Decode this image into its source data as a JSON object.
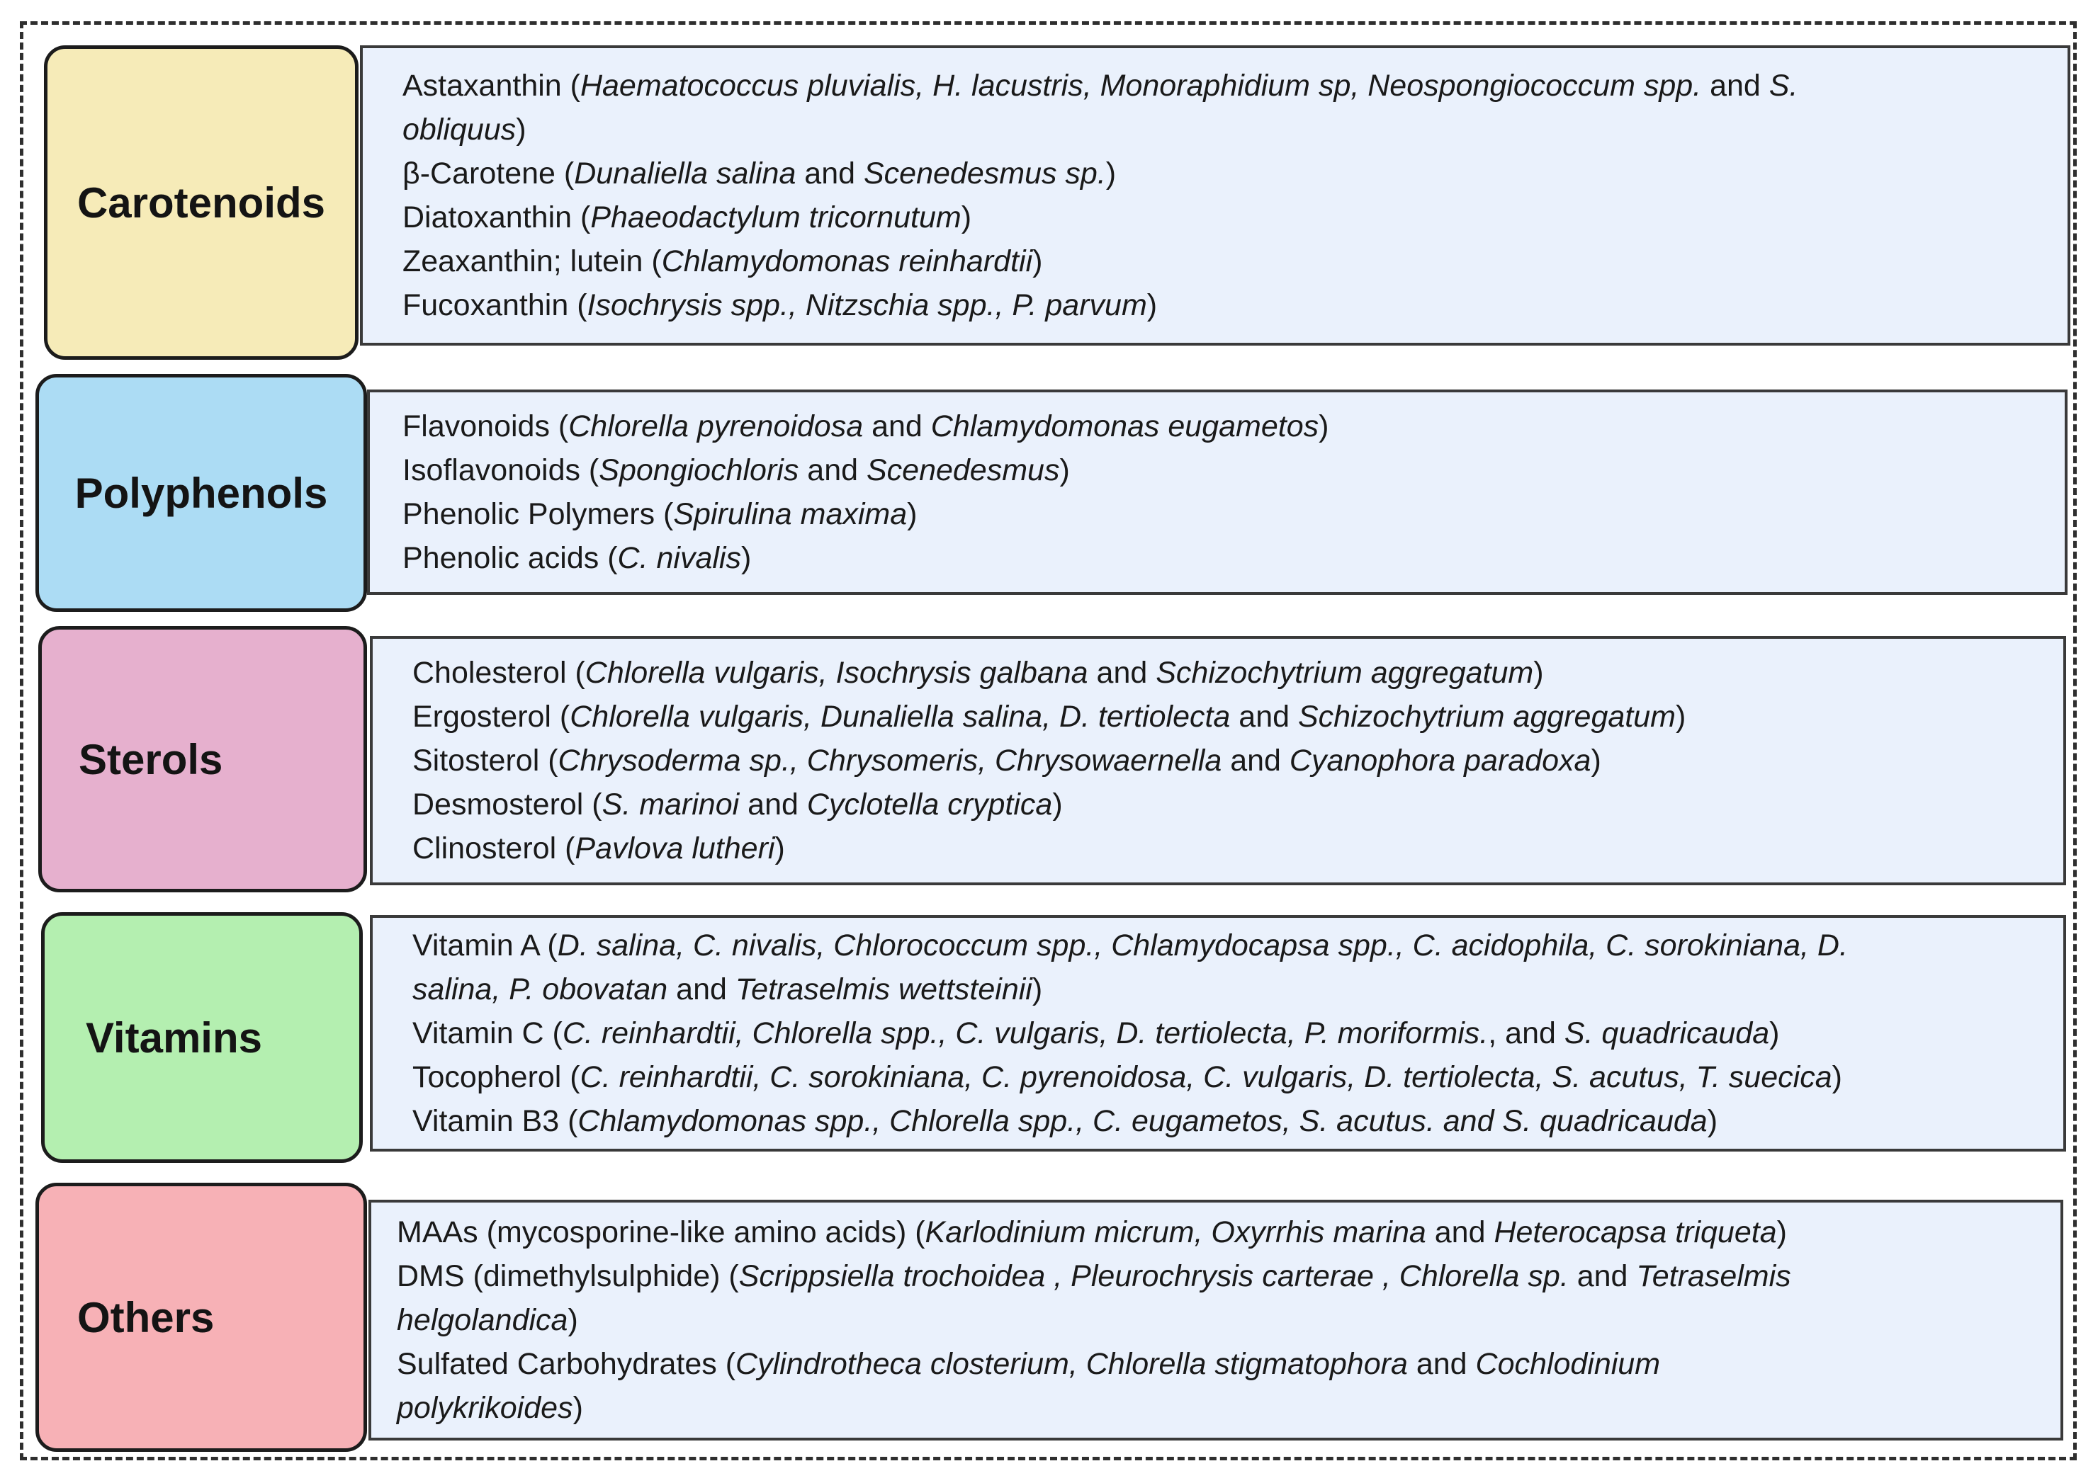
{
  "categories": [
    {
      "id": "carotenoids",
      "label": "Carotenoids",
      "color": "#f6ebb8",
      "items": [
        [
          {
            "t": "Astaxanthin ("
          },
          {
            "t": "Haematococcus pluvialis, H. lacustris, Monoraphidium sp, Neospongiococcum spp.",
            "i": true
          },
          {
            "t": " and "
          },
          {
            "t": "S.",
            "i": true
          }
        ],
        [
          {
            "t": "obliquus",
            "i": true
          },
          {
            "t": ")"
          }
        ],
        [
          {
            "t": "β-Carotene  ("
          },
          {
            "t": "Dunaliella salina",
            "i": true
          },
          {
            "t": "  and  "
          },
          {
            "t": "Scenedesmus sp.",
            "i": true
          },
          {
            "t": ")"
          }
        ],
        [
          {
            "t": "Diatoxanthin ("
          },
          {
            "t": "Phaeodactylum tricornutum",
            "i": true
          },
          {
            "t": ")"
          }
        ],
        [
          {
            "t": "Zeaxanthin; lutein ("
          },
          {
            "t": "Chlamydomonas reinhardtii",
            "i": true
          },
          {
            "t": ")"
          }
        ],
        [
          {
            "t": "Fucoxanthin ("
          },
          {
            "t": "Isochrysis spp.,  Nitzschia spp., P. parvum",
            "i": true
          },
          {
            "t": ")"
          }
        ]
      ]
    },
    {
      "id": "polyphenols",
      "label": "Polyphenols",
      "color": "#acdcf4",
      "items": [
        [
          {
            "t": "Flavonoids ("
          },
          {
            "t": "Chlorella pyrenoidosa",
            "i": true
          },
          {
            "t": " and "
          },
          {
            "t": "Chlamydomonas eugametos",
            "i": true
          },
          {
            "t": ")"
          }
        ],
        [
          {
            "t": "Isoflavonoids ("
          },
          {
            "t": "Spongiochloris",
            "i": true
          },
          {
            "t": " and "
          },
          {
            "t": "Scenedesmus",
            "i": true
          },
          {
            "t": ")"
          }
        ],
        [
          {
            "t": "Phenolic Polymers ("
          },
          {
            "t": "Spirulina maxima",
            "i": true
          },
          {
            "t": ")"
          }
        ],
        [
          {
            "t": "Phenolic acids ("
          },
          {
            "t": "C. nivalis",
            "i": true
          },
          {
            "t": ")"
          }
        ]
      ]
    },
    {
      "id": "sterols",
      "label": "Sterols",
      "color": "#e6b0ce",
      "items": [
        [
          {
            "t": "Cholesterol ("
          },
          {
            "t": "Chlorella vulgaris, Isochrysis galbana",
            "i": true
          },
          {
            "t": " and "
          },
          {
            "t": "Schizochytrium aggregatum",
            "i": true
          },
          {
            "t": ")"
          }
        ],
        [
          {
            "t": "Ergosterol ("
          },
          {
            "t": "Chlorella vulgaris, Dunaliella salina, D. tertiolecta",
            "i": true
          },
          {
            "t": " and "
          },
          {
            "t": "Schizochytrium aggregatum",
            "i": true
          },
          {
            "t": ")"
          }
        ],
        [
          {
            "t": "Sitosterol ("
          },
          {
            "t": "Chrysoderma sp., Chrysomeris, Chrysowaernella",
            "i": true
          },
          {
            "t": " and "
          },
          {
            "t": "Cyanophora  paradoxa",
            "i": true
          },
          {
            "t": ")"
          }
        ],
        [
          {
            "t": "Desmosterol ("
          },
          {
            "t": "S. marinoi",
            "i": true
          },
          {
            "t": " and "
          },
          {
            "t": "Cyclotella cryptica",
            "i": true
          },
          {
            "t": ")"
          }
        ],
        [
          {
            "t": "Clinosterol ("
          },
          {
            "t": "Pavlova lutheri",
            "i": true
          },
          {
            "t": ")"
          }
        ]
      ]
    },
    {
      "id": "vitamins",
      "label": "Vitamins",
      "color": "#b4efb0",
      "items": [
        [
          {
            "t": "Vitamin A ("
          },
          {
            "t": "D. salina, C. nivalis, Chlorococcum spp., Chlamydocapsa spp., C. acidophila, C. sorokiniana, D.",
            "i": true
          }
        ],
        [
          {
            "t": "salina, P. obovatan",
            "i": true
          },
          {
            "t": " and "
          },
          {
            "t": "Tetraselmis wettsteinii",
            "i": true
          },
          {
            "t": ")"
          }
        ],
        [
          {
            "t": "Vitamin C ("
          },
          {
            "t": "C. reinhardtii, Chlorella spp., C. vulgaris, D. tertiolecta, P. moriformis.",
            "i": true
          },
          {
            "t": ", and "
          },
          {
            "t": "S. quadricauda",
            "i": true
          },
          {
            "t": ")"
          }
        ],
        [
          {
            "t": "Tocopherol ("
          },
          {
            "t": "C. reinhardtii, C. sorokiniana, C. pyrenoidosa, C. vulgaris, D. tertiolecta, S. acutus,  T. suecica",
            "i": true
          },
          {
            "t": ")"
          }
        ],
        [
          {
            "t": "Vitamin B3 ("
          },
          {
            "t": "Chlamydomonas spp., Chlorella spp., C. eugametos, S. acutus. and S. quadricauda",
            "i": true
          },
          {
            "t": ")"
          }
        ]
      ]
    },
    {
      "id": "others",
      "label": "Others",
      "color": "#f7b1b6",
      "items": [
        [
          {
            "t": "MAAs (mycosporine-like amino acids) ("
          },
          {
            "t": "Karlodinium micrum, Oxyrrhis marina",
            "i": true
          },
          {
            "t": " and "
          },
          {
            "t": "Heterocapsa triqueta",
            "i": true
          },
          {
            "t": ")"
          }
        ],
        [
          {
            "t": "DMS (dimethylsulphide) ("
          },
          {
            "t": "Scrippsiella trochoidea , Pleurochrysis carterae , Chlorella sp.",
            "i": true
          },
          {
            "t": "  and  "
          },
          {
            "t": "Tetraselmis",
            "i": true
          }
        ],
        [
          {
            "t": "helgolandica",
            "i": true
          },
          {
            "t": ")"
          }
        ],
        [
          {
            "t": "Sulfated Carbohydrates ("
          },
          {
            "t": "Cylindrotheca closterium, Chlorella stigmatophora",
            "i": true
          },
          {
            "t": " and "
          },
          {
            "t": "Cochlodinium",
            "i": true
          }
        ],
        [
          {
            "t": "polykrikoides",
            "i": true
          },
          {
            "t": ")"
          }
        ]
      ]
    }
  ]
}
